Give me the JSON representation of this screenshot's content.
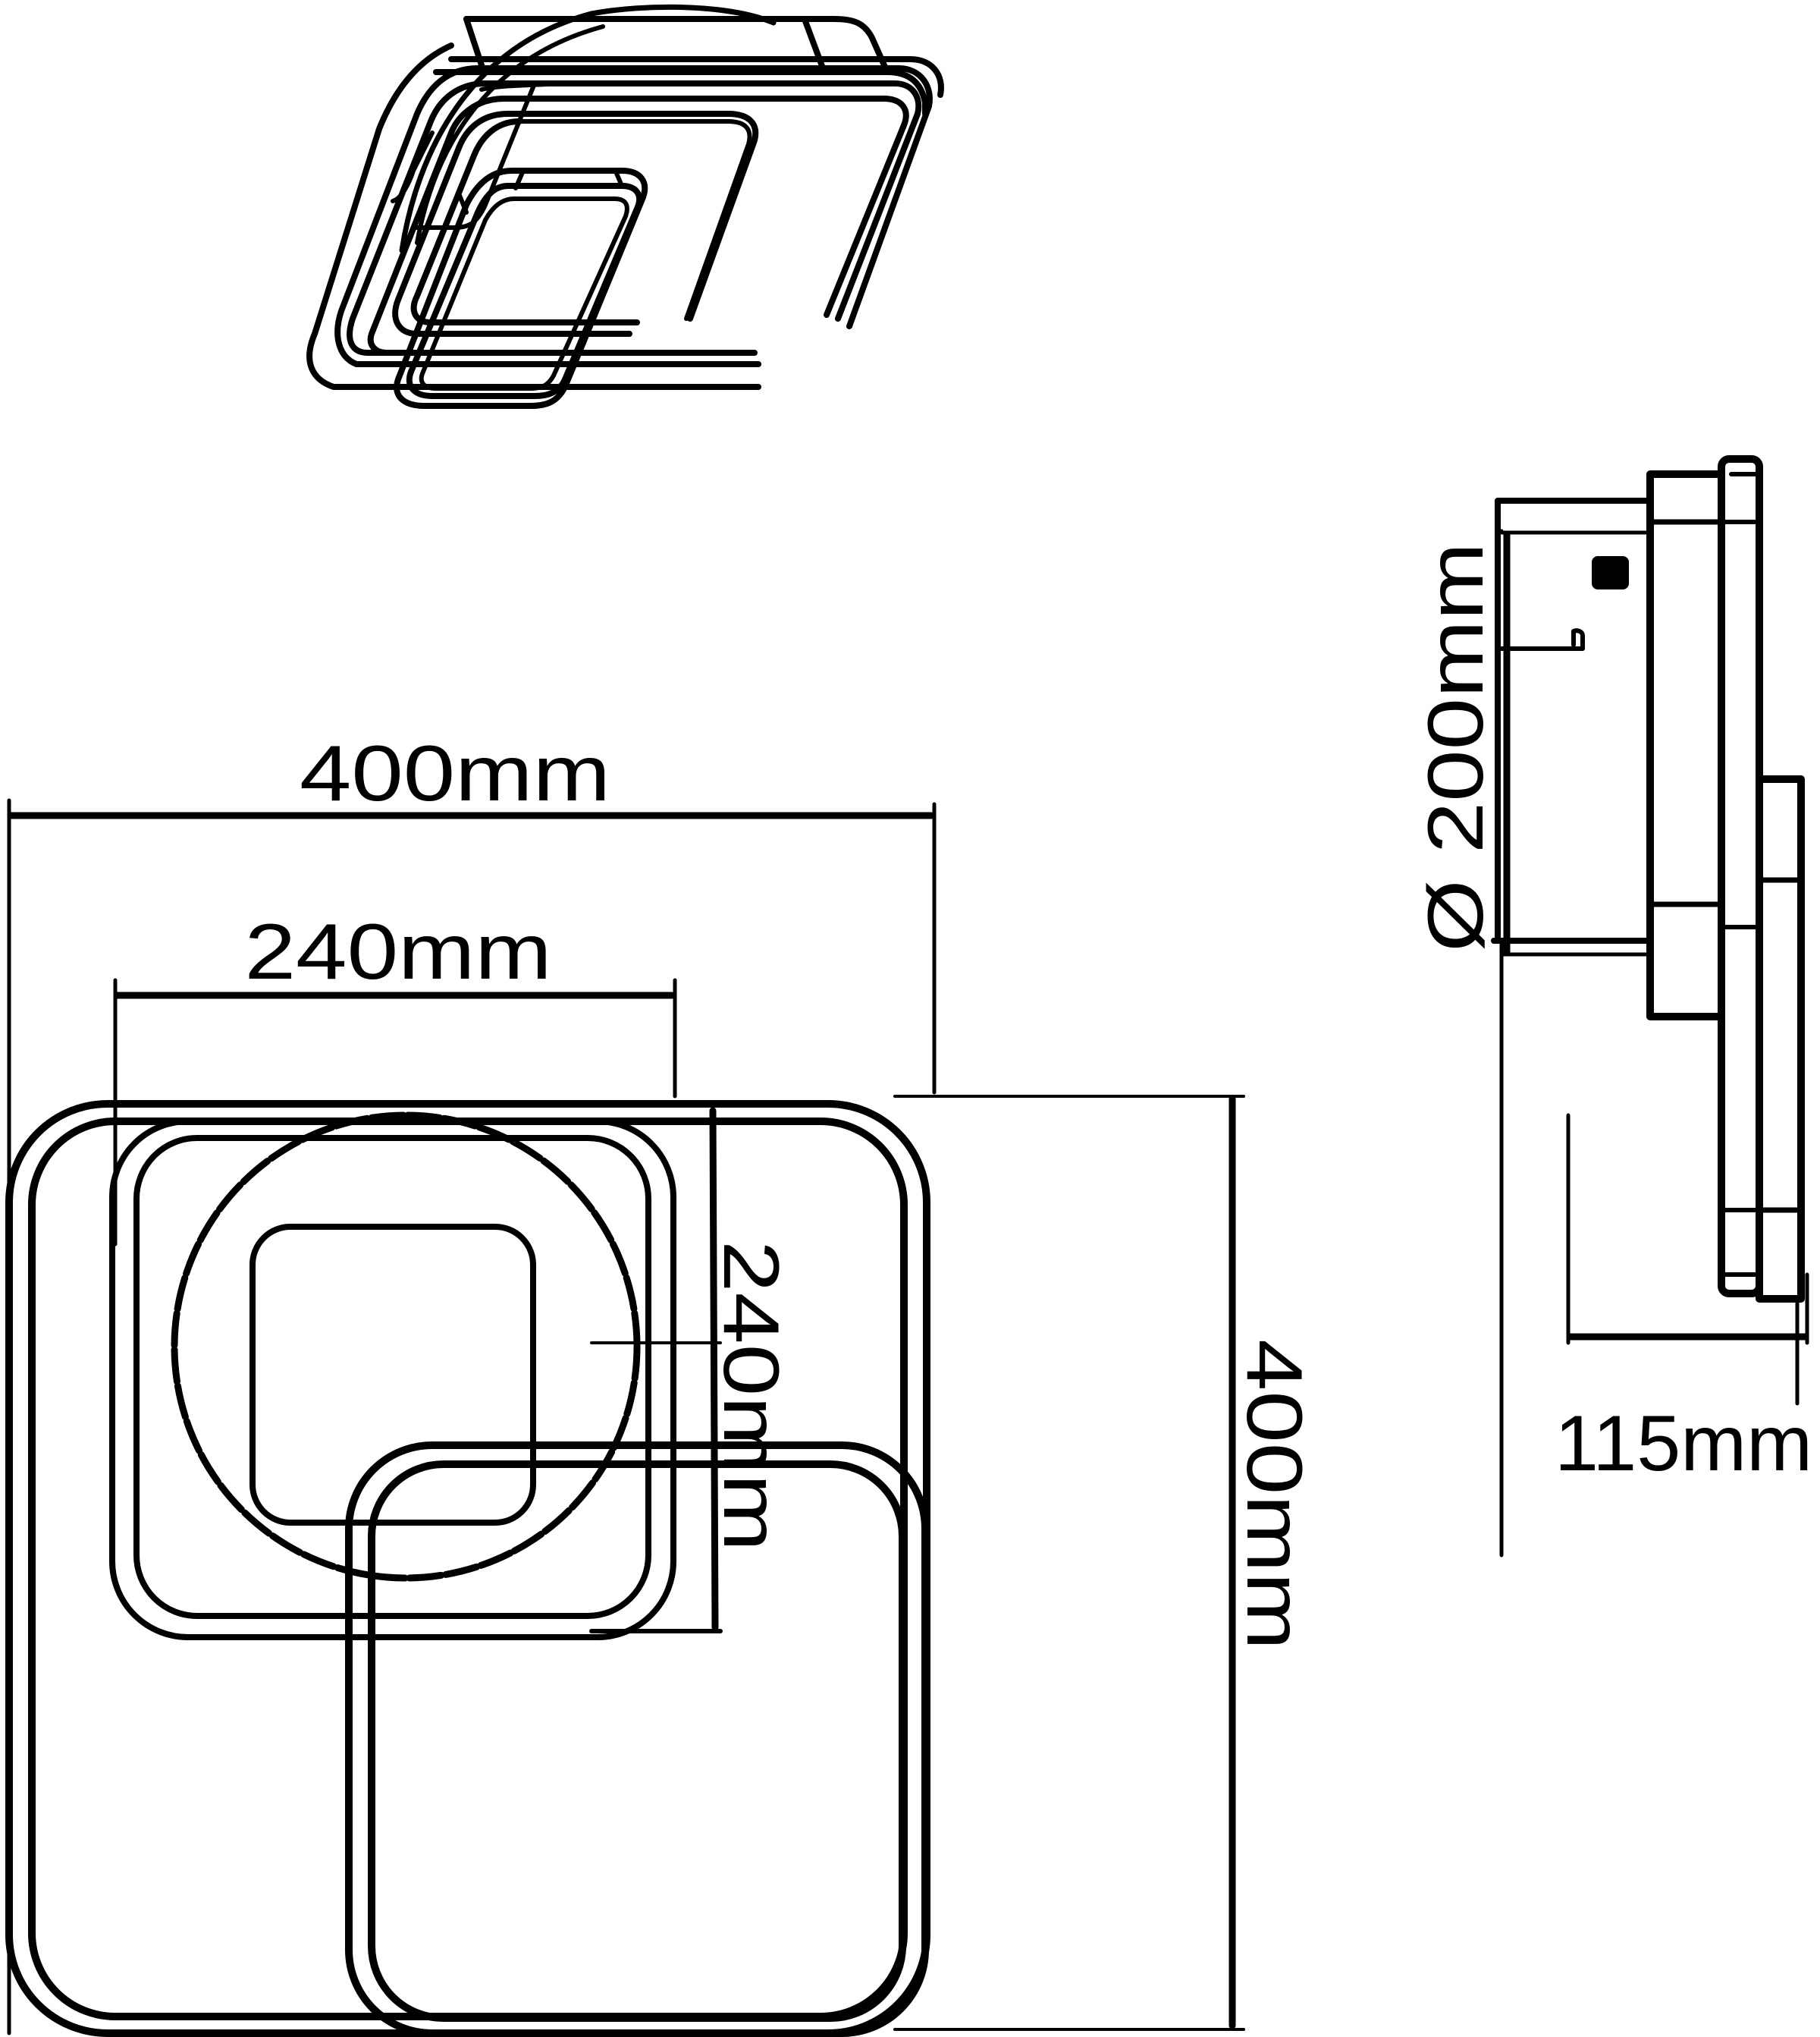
{
  "drawing": {
    "type": "technical dimension drawing",
    "views": [
      "isometric-view",
      "front-view",
      "side-view"
    ]
  },
  "dimensions": {
    "front_width_outer": "400mm",
    "front_width_inner": "240mm",
    "front_height_inner": "240mm",
    "front_height_outer": "400mm",
    "side_mount_diameter": "Ø 200mm",
    "side_depth": "115mm"
  },
  "colors": {
    "line": "#000000",
    "background": "#ffffff"
  }
}
